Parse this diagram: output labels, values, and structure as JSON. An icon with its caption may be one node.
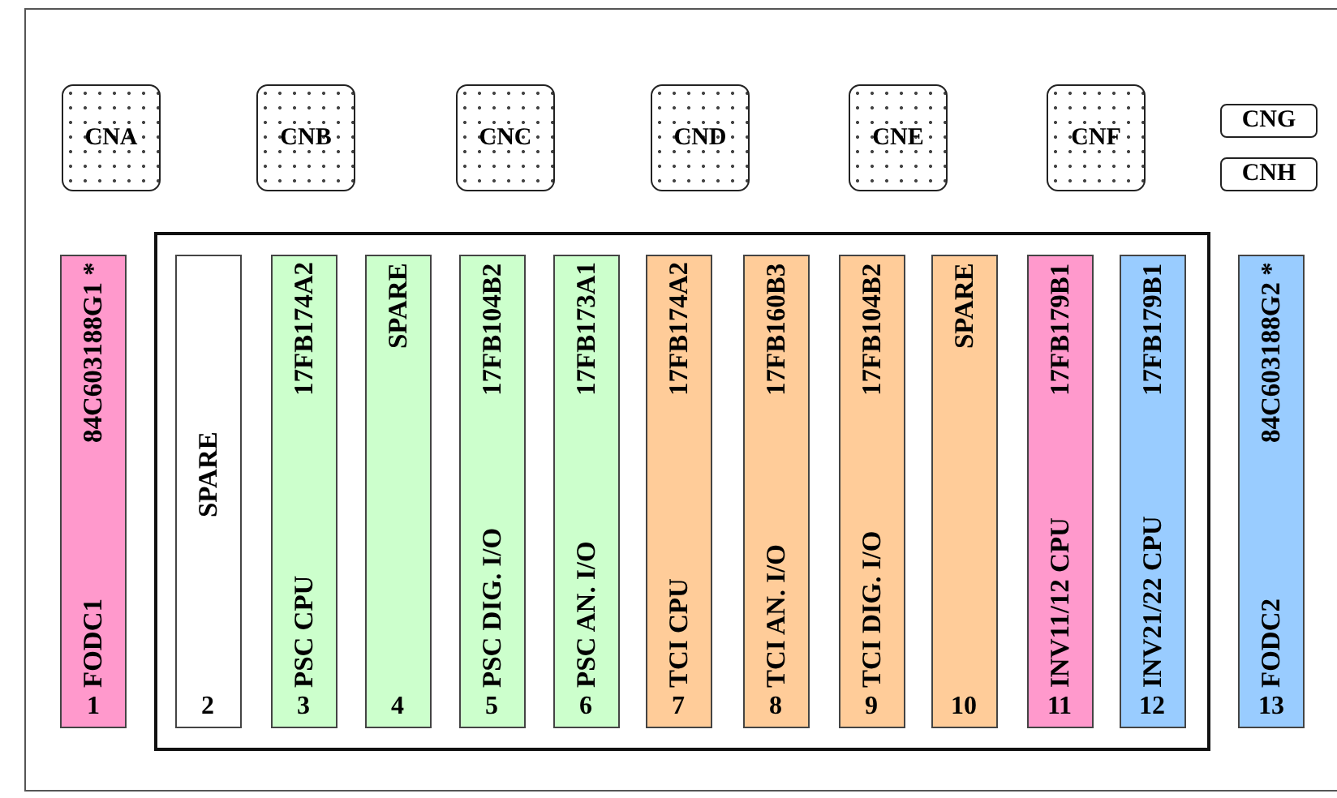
{
  "diagram": {
    "nodes": [
      {
        "text": [
          "CNA"
        ]
      },
      {
        "text": [
          "CNB"
        ]
      },
      {
        "text": [
          "CNC"
        ]
      },
      {
        "text": [
          "CND"
        ]
      },
      {
        "text": [
          "CNE"
        ]
      },
      {
        "text": [
          "CNF"
        ]
      },
      {
        "text": [
          "CNG"
        ]
      },
      {
        "text": [
          "CNH"
        ]
      },
      {
        "text": [
          "FODC1",
          "84C603188G1 *",
          "1"
        ]
      },
      {
        "text": [],
        "shape": "box"
      },
      {
        "text": [
          "SPARE",
          "2"
        ],
        "in": 9
      },
      {
        "text": [
          "PSC CPU",
          "17FB174A2",
          "3"
        ],
        "in": 9
      },
      {
        "text": [
          "SPARE",
          "4"
        ],
        "in": 9
      },
      {
        "text": [
          "PSC DIG. I/O",
          "17FB104B2",
          "5"
        ],
        "in": 9
      },
      {
        "text": [
          "PSC AN. I/O",
          "17FB173A1",
          "6"
        ],
        "in": 9
      },
      {
        "text": [
          "TCI CPU",
          "17FB174A2",
          "7"
        ],
        "in": 9
      },
      {
        "text": [
          "TCI AN. I/O",
          "17FB160B3",
          "8"
        ],
        "in": 9
      },
      {
        "text": [
          "TCI DIG. I/O",
          "17FB104B2",
          "9"
        ],
        "in": 9
      },
      {
        "text": [
          "SPARE",
          "10"
        ],
        "in": 9
      },
      {
        "text": [
          "INV11/12 CPU",
          "17FB179B1",
          "11"
        ],
        "in": 9
      },
      {
        "text": [
          "INV21/22 CPU",
          "17FB179B1",
          "12"
        ],
        "in": 9
      },
      {
        "text": [
          "FODC2",
          "84C603188G2 *",
          "13"
        ]
      }
    ]
  }
}
